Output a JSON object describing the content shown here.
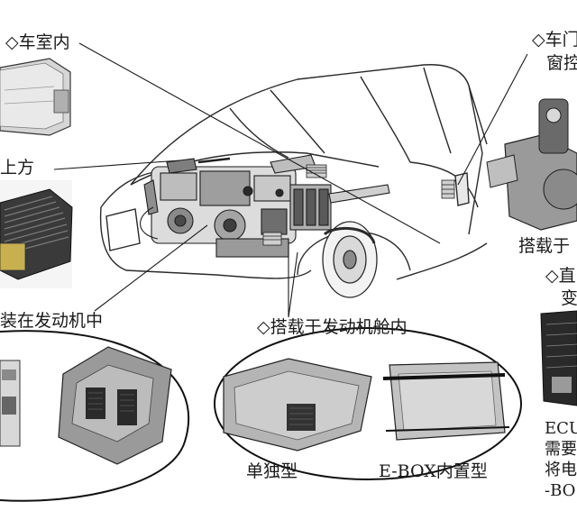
{
  "labels": {
    "cabin": "◇车室内",
    "top": "上方",
    "door_1": "◇车门",
    "door_2": "窗控",
    "engine_inside": "装在发动机中",
    "bay": "◇搭载于发动机舱内",
    "door_mounted": "搭载于",
    "direct_1": "◇直",
    "direct_2": "变",
    "standalone": "单独型",
    "ebox": "E-BOX内置型",
    "ecu_1": "ECU",
    "ecu_2": "需要",
    "ecu_3": "将电",
    "ecu_4": "-BO"
  },
  "icons": {
    "cabin_ecu": "ecu-box-icon",
    "top_ecu": "finned-ecu-icon",
    "window_motor": "window-motor-icon",
    "car": "car-cutaway-icon"
  },
  "colors": {
    "line": "#1a1a1a",
    "metal_light": "#d9d9d9",
    "metal_mid": "#a8a8a8",
    "metal_dark": "#4a4a4a",
    "background": "#ffffff"
  }
}
